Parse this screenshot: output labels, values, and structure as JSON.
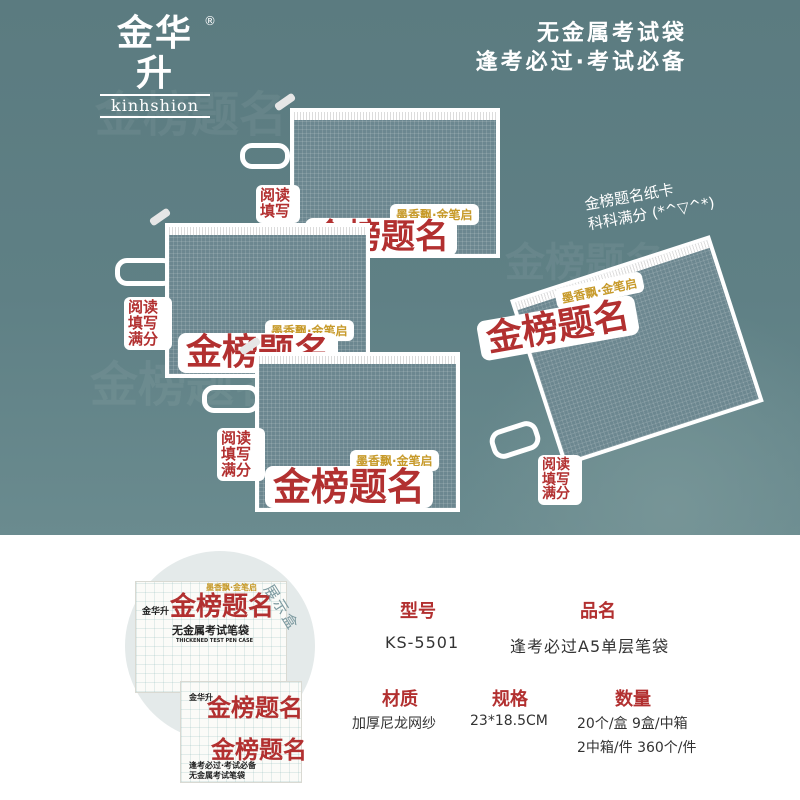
{
  "brand": {
    "name_cn": "金华升",
    "name_en": "kinhshion",
    "reg": "®"
  },
  "tagline": {
    "line1": "无金属考试袋",
    "line2": "逢考必过·考试必备"
  },
  "bag": {
    "title": "金榜题名",
    "subtitle": "墨香飘·金笔启",
    "tag_col1": "阅填满",
    "tag_col2": "读写分",
    "tag_top": "阅读",
    "tag_mid": "填写",
    "tag_bot": "满分"
  },
  "callout": {
    "line1": "金榜题名纸卡",
    "line2": "科科满分 (*^▽^*)"
  },
  "display_box": {
    "label": "展示盒",
    "brand": "金华升",
    "title": "金榜题名",
    "subtitle": "墨香飘·金笔启",
    "product": "无金属考试笔袋",
    "product_en": "THICKENED TEST PEN CASE",
    "slogan1": "逢考必过·考试必备",
    "slogan2": "无金属考试笔袋"
  },
  "specs": {
    "model_label": "型号",
    "model_value": "KS-5501",
    "name_label": "品名",
    "name_value": "逢考必过A5单层笔袋",
    "material_label": "材质",
    "material_value": "加厚尼龙网纱",
    "size_label": "规格",
    "size_value": "23*18.5CM",
    "qty_label": "数量",
    "qty_line1": "20个/盒   9盒/中箱",
    "qty_line2": "2中箱/件   360个/件"
  },
  "colors": {
    "background": "#5e7f84",
    "accent_red": "#b23030",
    "accent_gold": "#c79a2a",
    "muted": "#7d9aa0"
  }
}
